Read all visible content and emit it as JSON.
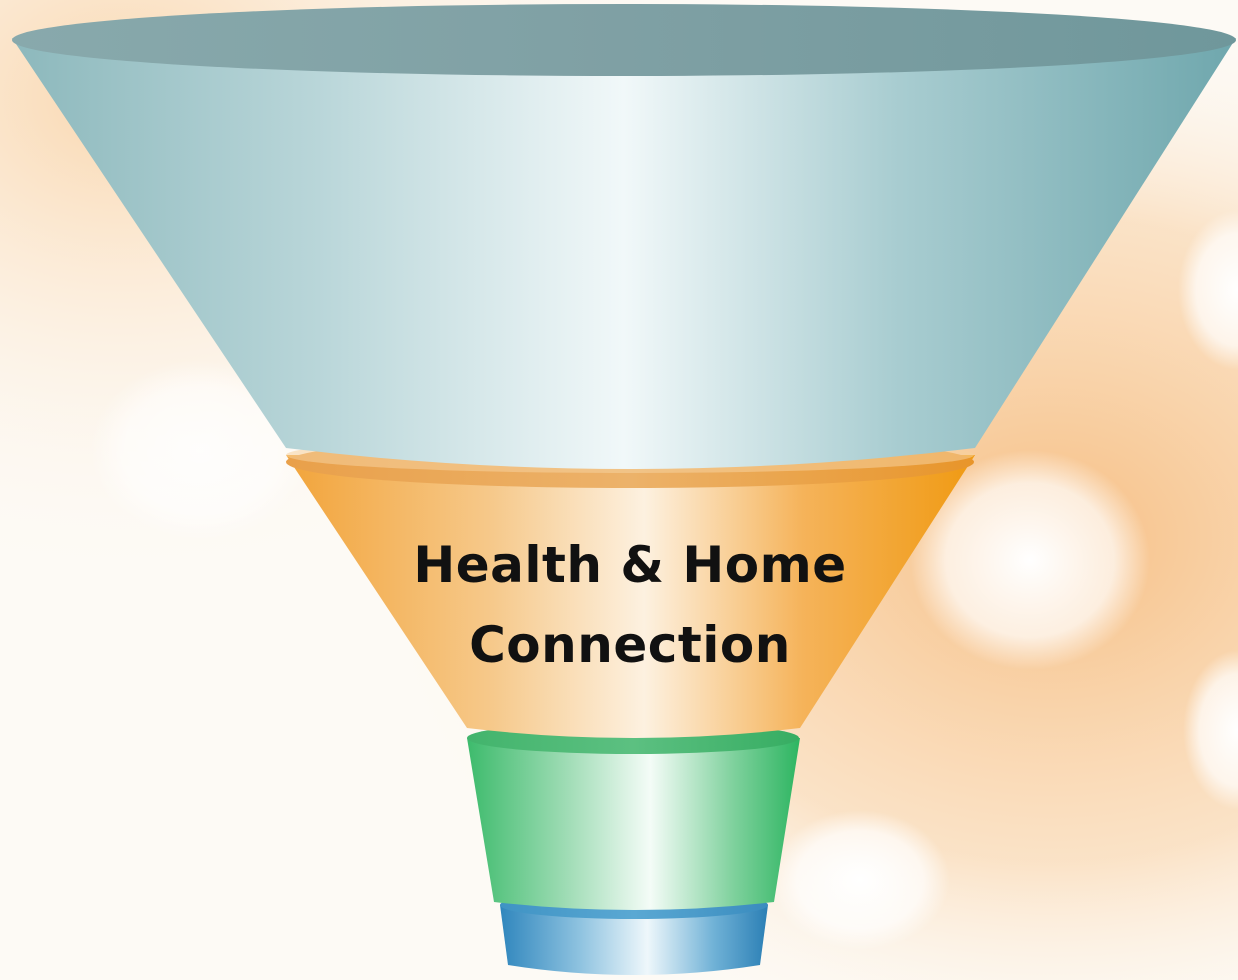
{
  "funnel": {
    "label_line1": "Health & Home",
    "label_line2": "Connection",
    "tiers": [
      {
        "name": "top-tier",
        "color": "#7fb3b8",
        "highlight": "#eef6f7"
      },
      {
        "name": "middle-tier",
        "color": "#f2a01e",
        "highlight": "#fdf3e2"
      },
      {
        "name": "lower-tier",
        "color": "#3cba6e",
        "highlight": "#f2fbf5"
      },
      {
        "name": "base-tier",
        "color": "#2f8fc0",
        "highlight": "#e9f4fa"
      }
    ]
  },
  "background": {
    "accent": "#f7c58f",
    "base": "#fdfaf5"
  }
}
